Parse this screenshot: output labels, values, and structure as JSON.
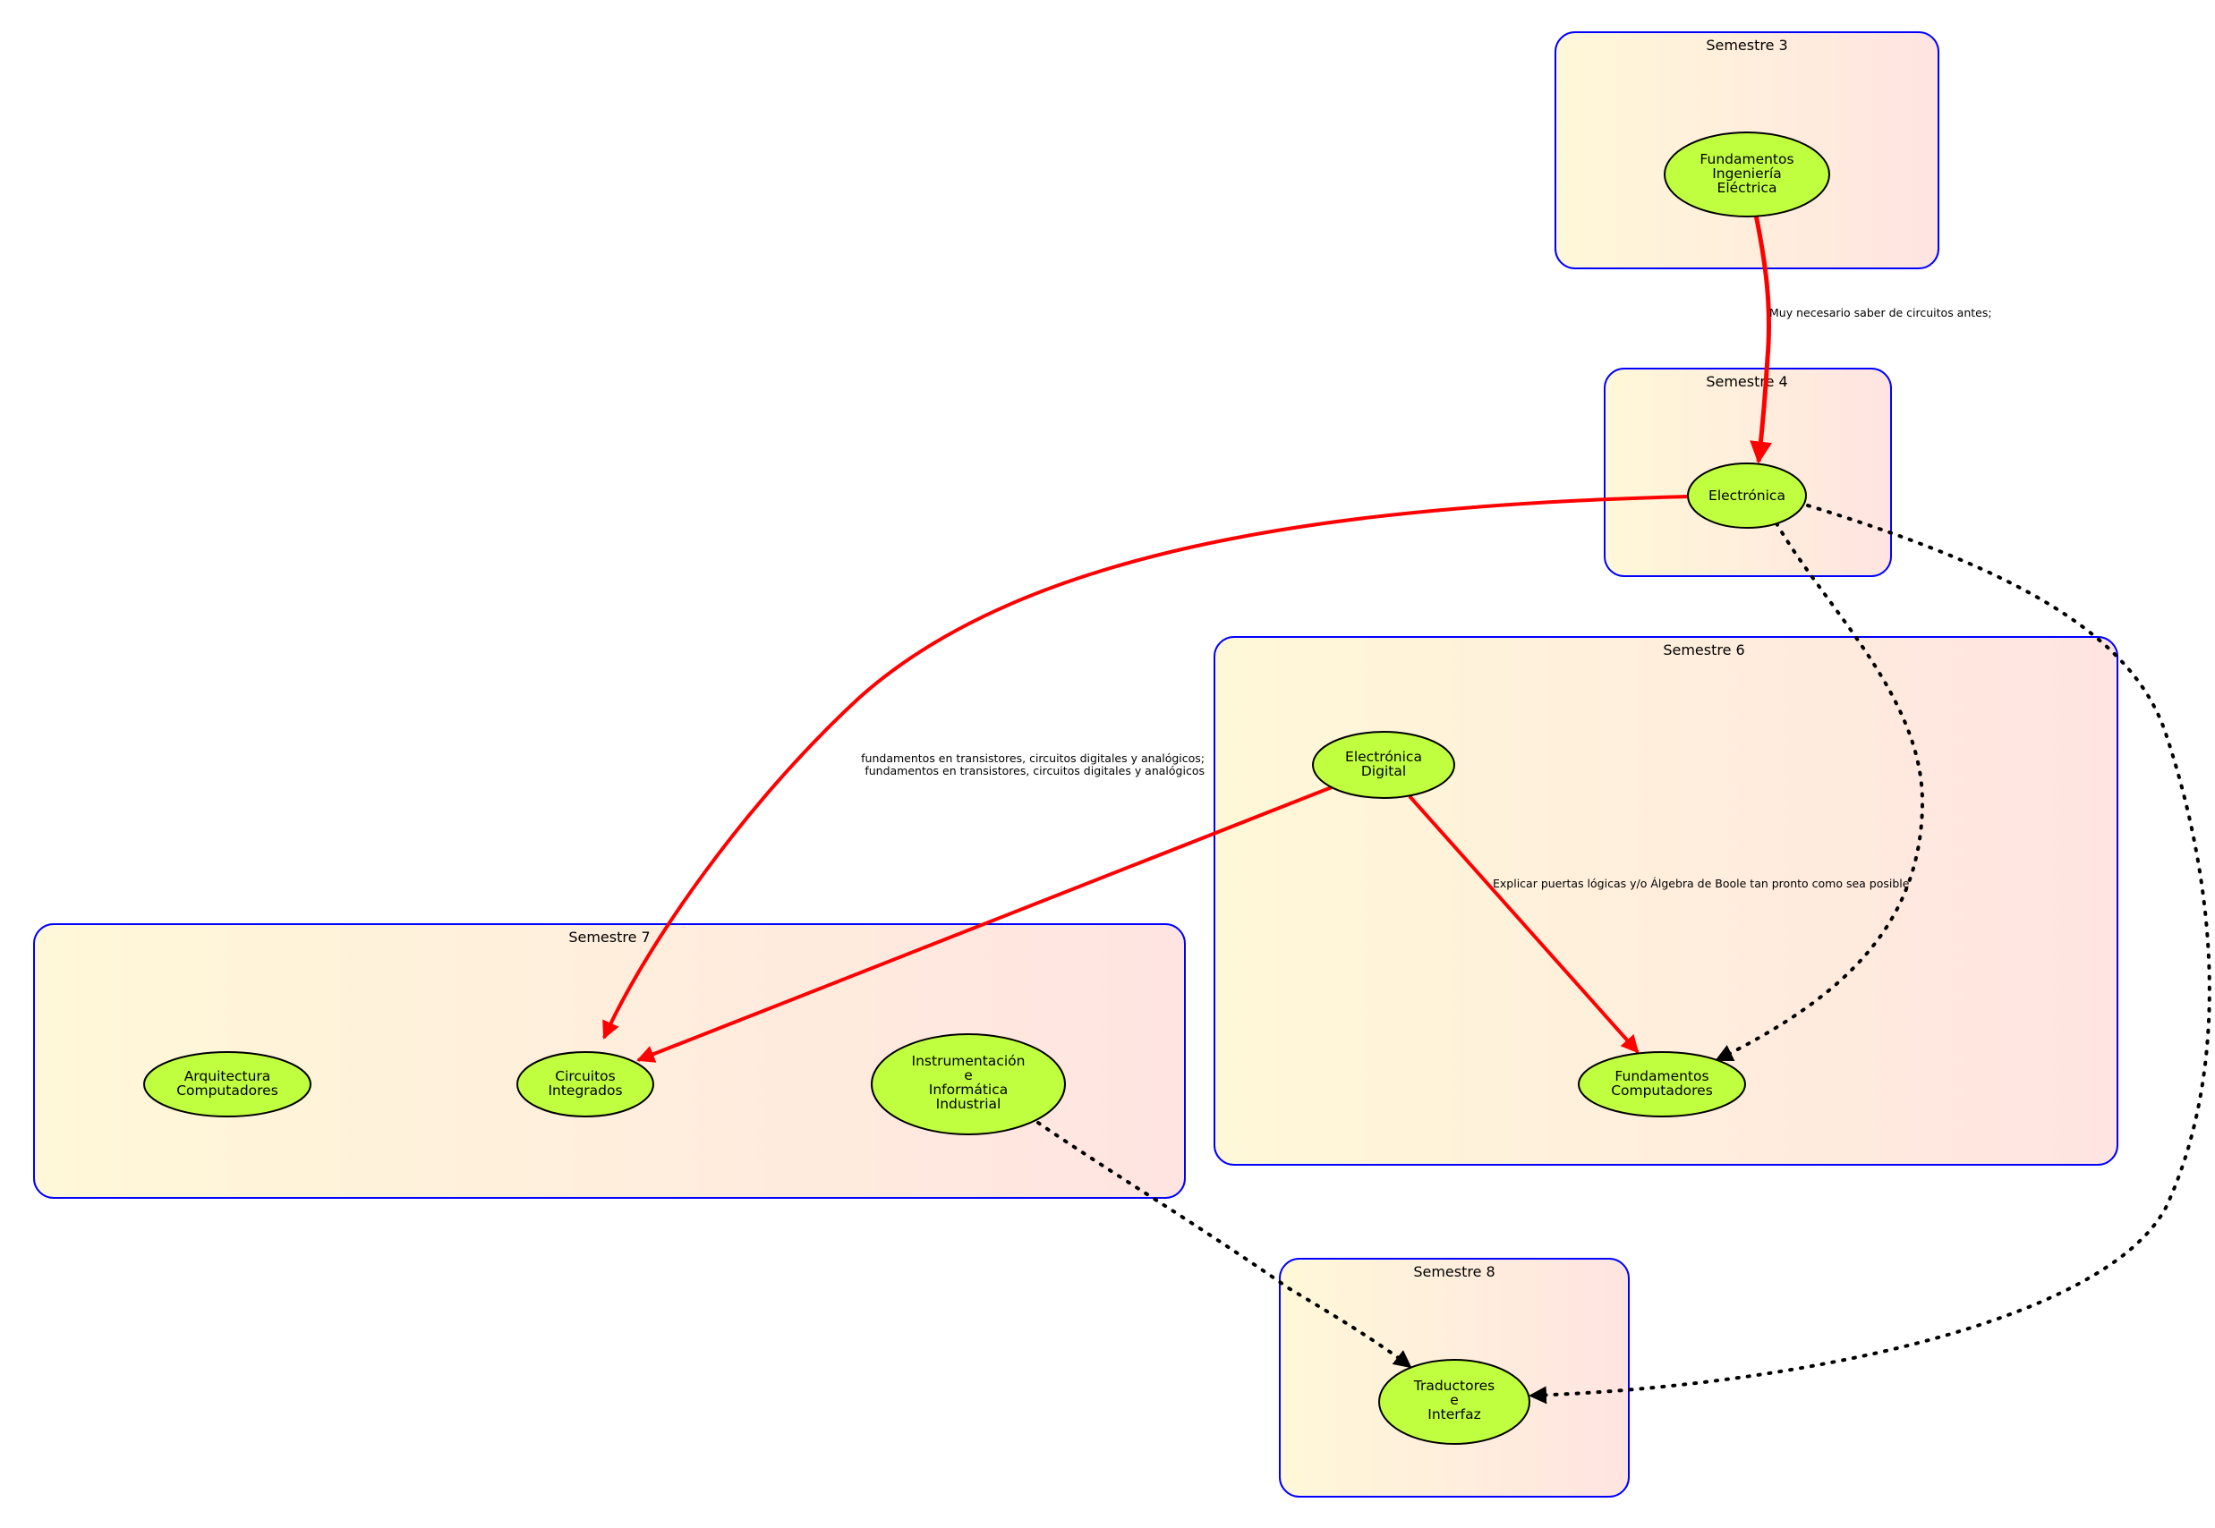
{
  "clusters": {
    "s3": {
      "label": "Semestre 3"
    },
    "s4": {
      "label": "Semestre 4"
    },
    "s6": {
      "label": "Semestre 6"
    },
    "s7": {
      "label": "Semestre 7"
    },
    "s8": {
      "label": "Semestre 8"
    }
  },
  "nodes": {
    "fie": {
      "lines": [
        "Fundamentos",
        "Ingeniería",
        "Eléctrica"
      ]
    },
    "electronica": {
      "lines": [
        "Electrónica"
      ]
    },
    "digital": {
      "lines": [
        "Electrónica",
        "Digital"
      ]
    },
    "fundcomp": {
      "lines": [
        "Fundamentos",
        "Computadores"
      ]
    },
    "arq": {
      "lines": [
        "Arquitectura",
        "Computadores"
      ]
    },
    "circuitos": {
      "lines": [
        "Circuitos",
        "Integrados"
      ]
    },
    "instr": {
      "lines": [
        "Instrumentación",
        "e",
        "Informática",
        "Industrial"
      ]
    },
    "traductores": {
      "lines": [
        "Traductores",
        "e",
        "Interfaz"
      ]
    }
  },
  "edges": [
    {
      "from": "Fundamentos Ingeniería Eléctrica",
      "to": "Electrónica",
      "style": "solid",
      "color": "#ff0000",
      "label": "Muy necesario saber de circuitos antes;"
    },
    {
      "from": "Electrónica",
      "to": "Circuitos Integrados",
      "style": "solid",
      "color": "#ff0000",
      "label": ""
    },
    {
      "from": "Electrónica",
      "to": "Fundamentos Computadores",
      "style": "dotted",
      "color": "#000000",
      "label": ""
    },
    {
      "from": "Electrónica",
      "to": "Traductores e Interfaz",
      "style": "dotted",
      "color": "#000000",
      "label": ""
    },
    {
      "from": "Electrónica Digital",
      "to": "Circuitos Integrados",
      "style": "solid",
      "color": "#ff0000",
      "label": ""
    },
    {
      "from": "Electrónica Digital",
      "to": "Fundamentos Computadores",
      "style": "solid",
      "color": "#ff0000",
      "label": "Explicar puertas lógicas y/o Álgebra de Boole tan pronto como sea posible"
    },
    {
      "from": "Instrumentación e Informática Industrial",
      "to": "Traductores e Interfaz",
      "style": "dotted",
      "color": "#000000",
      "label": ""
    }
  ],
  "edge_labels": {
    "transistores_1": "fundamentos en transistores, circuitos digitales y  analógicos;",
    "transistores_2": "fundamentos en transistores, circuitos digitales y  analógicos"
  },
  "colors": {
    "cluster_border": "#0000ff",
    "cluster_fill_start": "#fff8d8",
    "cluster_fill_end": "#ffe4e1",
    "node_fill": "#c0ff40",
    "node_border": "#000000",
    "required_edge": "#ff0000",
    "optional_edge": "#000000"
  }
}
